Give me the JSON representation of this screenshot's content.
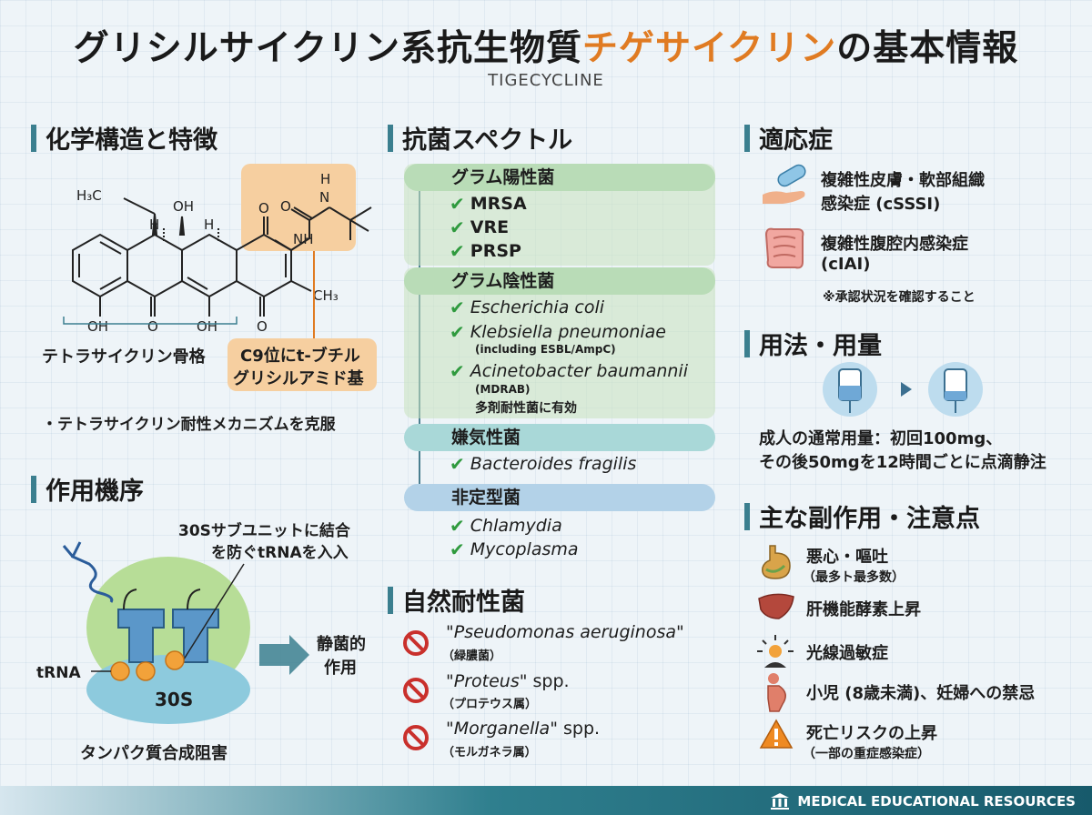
{
  "header": {
    "title_prefix": "グリシルサイクリン系抗生物質",
    "title_accent": "チゲサイクリン",
    "title_suffix": "の基本情報",
    "subtitle": "TIGECYCLINE"
  },
  "structure": {
    "heading": "化学構造と特徴",
    "labels": {
      "h3c": "H₃C",
      "oh_top": "OH",
      "h1": "H",
      "h2": "H",
      "o_top": "O",
      "o_carbonyl": "O",
      "h_nh": "H",
      "n": "N",
      "nh": "NH",
      "ch3": "CH₃",
      "oh_bl": "OH",
      "o_b1": "O",
      "oh_b2": "OH",
      "o_b3": "O"
    },
    "scaffold_label": "テトラサイクリン骨格",
    "c9_label_1": "C9位にt-ブチル",
    "c9_label_2": "グリシルアミド基",
    "note": "・テトラサイクリン耐性メカニズムを克服"
  },
  "mechanism": {
    "heading": "作用機序",
    "callout_1": "30Sサブユニットに結合",
    "callout_2": "を防ぐtRNAを入入",
    "trna_label": "tRNA",
    "ribosome_label": "30S",
    "effect_1": "静菌的",
    "effect_2": "作用",
    "caption": "タンパク質合成阻害"
  },
  "spectrum": {
    "heading": "抗菌スペクトル",
    "gram_positive": {
      "label": "グラム陽性菌",
      "items": [
        "MRSA",
        "VRE",
        "PRSP"
      ]
    },
    "gram_negative": {
      "label": "グラム陰性菌",
      "items": [
        {
          "name": "Escherichia coli",
          "sub": ""
        },
        {
          "name": "Klebsiella pneumoniae",
          "sub": "(including ESBL/AmpC)"
        },
        {
          "name": "Acinetobacter baumannii",
          "sub": "(MDRAB)"
        }
      ],
      "note": "多剤耐性菌に有効"
    },
    "anaerobes": {
      "label": "嫌気性菌",
      "items": [
        "Bacteroides fragilis"
      ]
    },
    "atypical": {
      "label": "非定型菌",
      "items": [
        "Chlamydia",
        "Mycoplasma"
      ]
    }
  },
  "resistance": {
    "heading": "自然耐性菌",
    "items": [
      {
        "name": "\"Pseudomonas aeruginosa\"",
        "spp": "",
        "sub": "（緑膿菌）"
      },
      {
        "name": "\"Proteus\"",
        "spp": " spp.",
        "sub": "（プロテウス属）"
      },
      {
        "name": "\"Morganella\"",
        "spp": " spp.",
        "sub": "（モルガネラ属）"
      }
    ]
  },
  "indications": {
    "heading": "適応症",
    "item1_line1": "複雑性皮膚・軟部組織",
    "item1_line2": "感染症 (cSSSI)",
    "item2_line1": "複雑性腹腔内感染症",
    "item2_line2": "(cIAI)",
    "note": "※承認状況を確認すること"
  },
  "dosage": {
    "heading": "用法・用量",
    "line1": "成人の通常用量：初回100mg、",
    "line2": "その後50mgを12時間ごとに点滴静注"
  },
  "adverse": {
    "heading": "主な副作用・注意点",
    "items": [
      {
        "text": "悪心・嘔吐",
        "sub": "（最多ト最多数）",
        "icon": "stomach-icon"
      },
      {
        "text": "肝機能酵素上昇",
        "sub": "",
        "icon": "liver-icon"
      },
      {
        "text": "光線過敏症",
        "sub": "",
        "icon": "sun-person-icon"
      },
      {
        "text": "小児 (8歳未満)、妊婦への禁忌",
        "sub": "",
        "icon": "pregnant-icon"
      },
      {
        "text": "死亡リスクの上昇",
        "sub": "（一部の重症感染症）",
        "icon": "warning-icon"
      }
    ]
  },
  "footer": {
    "text": "MEDICAL EDUCATIONAL RESOURCES"
  },
  "colors": {
    "accent": "#e07b22",
    "section_bar": "#3b7f8f",
    "check": "#2f9a3e",
    "ban": "#c9302c"
  }
}
